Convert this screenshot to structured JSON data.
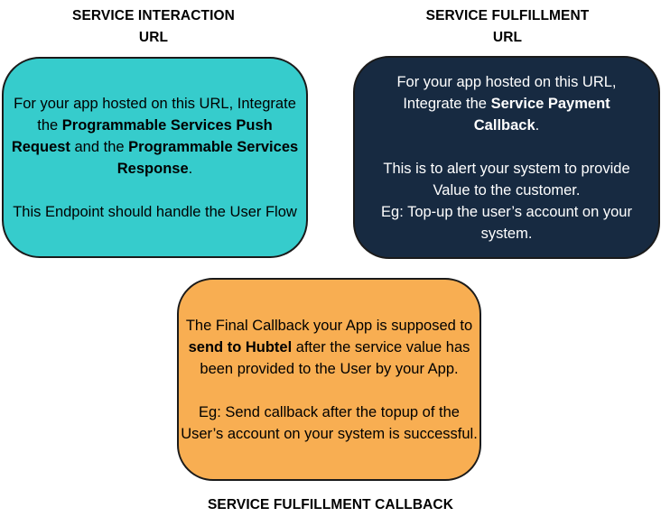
{
  "headings": {
    "interaction": {
      "line1": "SERVICE INTERACTION",
      "line2": "URL"
    },
    "fulfillment": {
      "line1": "SERVICE FULFILLMENT",
      "line2": "URL"
    },
    "callback": "SERVICE FULFILLMENT CALLBACK"
  },
  "interaction_box": {
    "color": "#36cccc",
    "p1": {
      "t1": "For your app hosted on this URL, Integrate the ",
      "b1": "Programmable Services Push Request",
      "t2": " and the ",
      "b2": "Programmable Services Response",
      "t3": "."
    },
    "p2": "This Endpoint should handle the User Flow"
  },
  "fulfillment_box": {
    "color": "#172a41",
    "p1": {
      "t1": "For your app hosted on this URL, Integrate the ",
      "b1": "Service Payment Callback",
      "t2": "."
    },
    "p2": "This is to alert your system to provide Value to the customer.",
    "p3": "Eg: Top-up the user’s account on your system."
  },
  "callback_box": {
    "color": "#f8ae52",
    "p1": {
      "t1": "The Final Callback your App is supposed to ",
      "b1": "send to Hubtel",
      "t2": " after the service value has been provided to the User by your App."
    },
    "p2": "Eg: Send callback after the topup of the User’s account on your system is successful."
  }
}
